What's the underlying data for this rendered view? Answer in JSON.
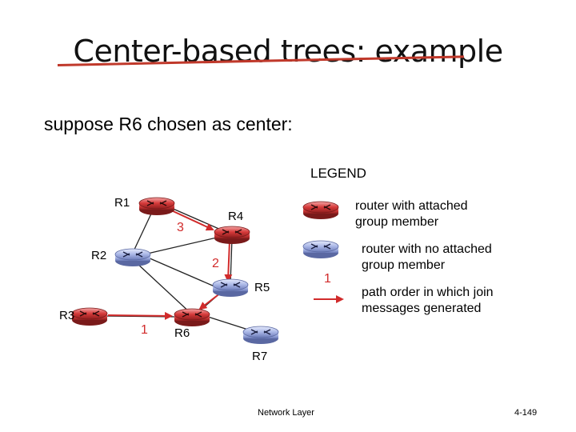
{
  "title": "Center-based trees: example",
  "subtitle": "suppose R6 chosen as center:",
  "legend": {
    "title": "LEGEND",
    "member_line1": "router with attached",
    "member_line2": "group member",
    "nonmember_line1": "router with no attached",
    "nonmember_line2": "group member",
    "path_number": "1",
    "path_line1": "path order in which join",
    "path_line2": "messages generated"
  },
  "routers": {
    "r1": "R1",
    "r2": "R2",
    "r3": "R3",
    "r4": "R4",
    "r5": "R5",
    "r6": "R6",
    "r7": "R7"
  },
  "join_order": {
    "r3_to_r6": "1",
    "r4_to_r5": "2",
    "r1_to_r4": "3"
  },
  "colors": {
    "member": "#c0392b",
    "nonmember": "#6b7fc4",
    "path": "#d12b2b"
  },
  "footer": {
    "center": "Network Layer",
    "page": "4-149"
  }
}
